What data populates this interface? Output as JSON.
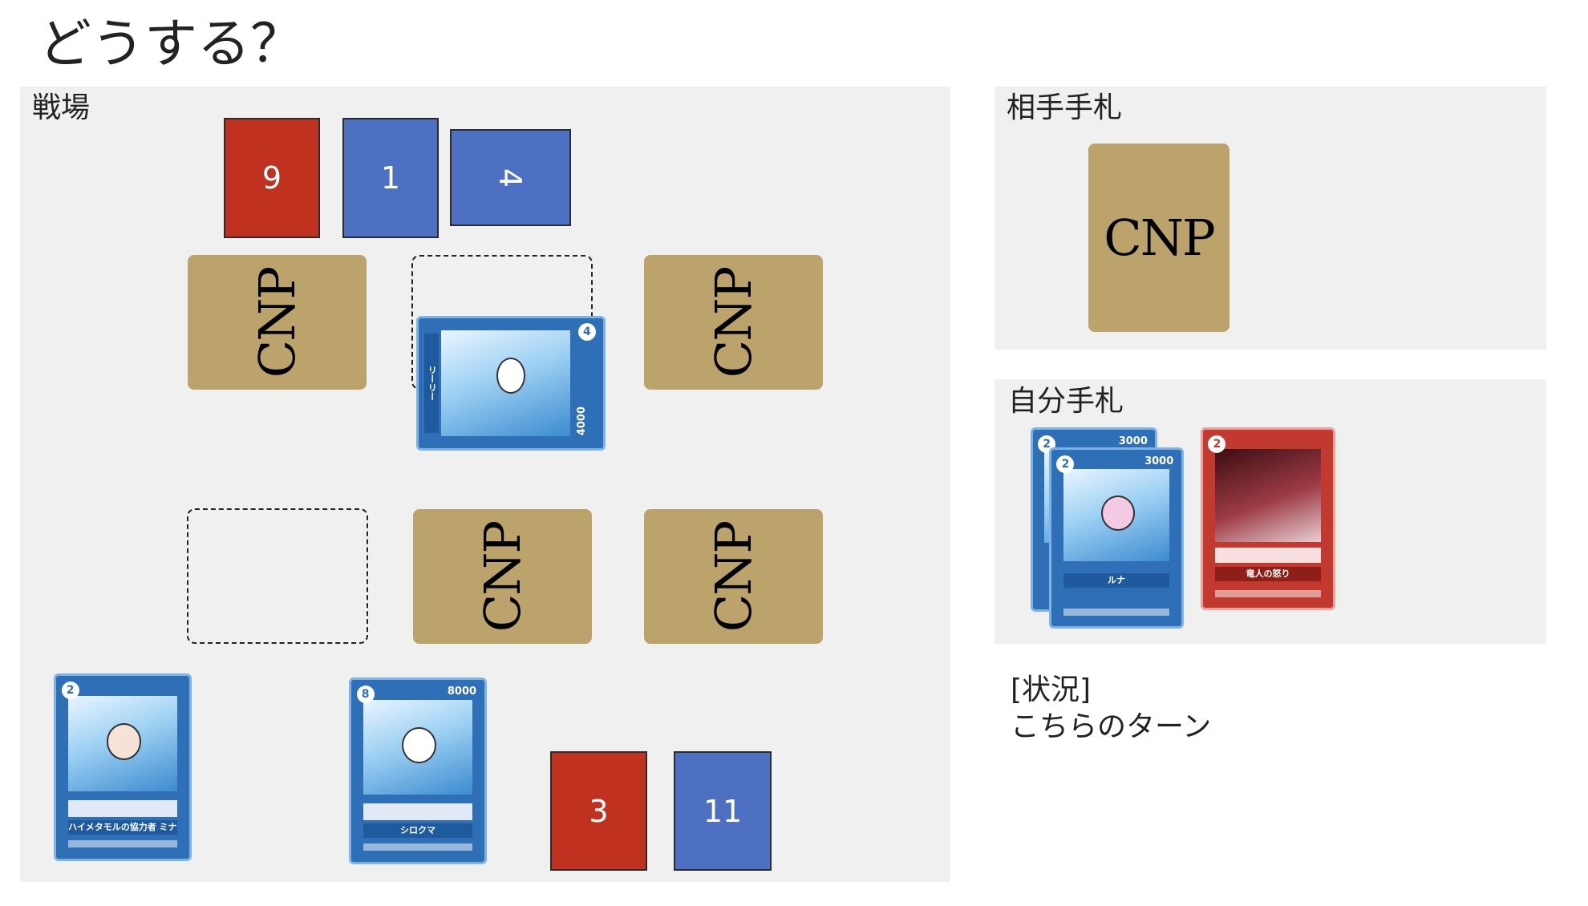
{
  "title": "どうする？",
  "battlefield": {
    "label": "戦場",
    "opponent_counters": [
      {
        "value": "9",
        "color": "#c0311f"
      },
      {
        "value": "1",
        "color": "#4d70c2"
      },
      {
        "value": "4",
        "color": "#4d70c2"
      }
    ],
    "opponent_row": [
      {
        "type": "face-down",
        "text": "CNP"
      },
      {
        "type": "face-up",
        "name": "リーリー",
        "cost": "4",
        "power": "4000"
      },
      {
        "type": "face-down",
        "text": "CNP"
      }
    ],
    "player_row": [
      {
        "type": "empty-slot"
      },
      {
        "type": "face-down",
        "text": "CNP"
      },
      {
        "type": "face-down",
        "text": "CNP"
      }
    ],
    "player_supporters": [
      {
        "name": "ハイメタモルの協力者 ミナモ",
        "cost": "2"
      },
      {
        "name": "シロクマ",
        "cost": "8",
        "power": "8000"
      }
    ],
    "player_counters": [
      {
        "value": "3",
        "color": "#c0311f"
      },
      {
        "value": "11",
        "color": "#4d70c2"
      }
    ]
  },
  "opponent_hand": {
    "label": "相手手札",
    "cards": [
      {
        "text": "CNP"
      }
    ]
  },
  "my_hand": {
    "label": "自分手札",
    "cards": [
      {
        "name": "ルナ",
        "cost": "2",
        "power": "3000",
        "count_back_cost": "2",
        "count_back_power": "3000"
      },
      {
        "name": "竜人の怒り",
        "cost": "2"
      }
    ]
  },
  "situation": {
    "heading": "[状況]",
    "text": "こちらのターン"
  }
}
